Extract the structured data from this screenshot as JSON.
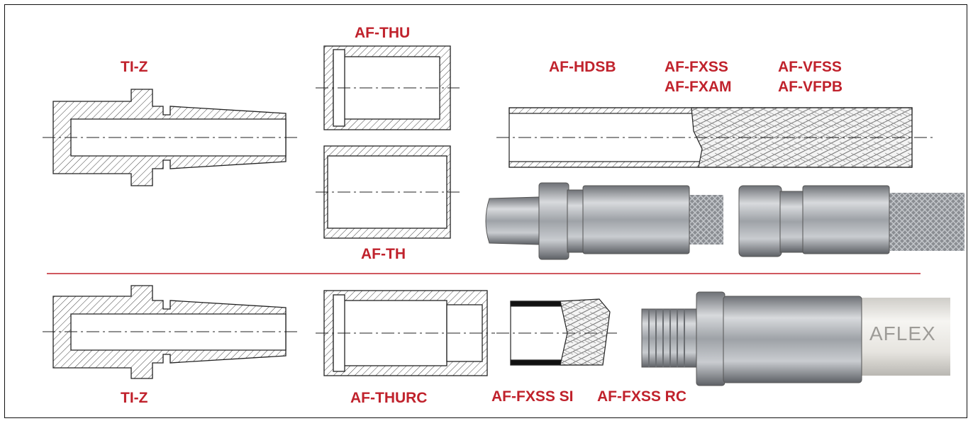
{
  "colors": {
    "label_red": "#c0222c",
    "line_black": "#222222",
    "divider_red": "#c0222c",
    "steel": "#a9adb2",
    "hose_white": "#e8e6e2"
  },
  "labels": {
    "tiz_top": "TI-Z",
    "afthu": "AF-THU",
    "afth": "AF-TH",
    "afhdsb": "AF-HDSB",
    "affxss": "AF-FXSS",
    "affxam": "AF-FXAM",
    "afvfss": "AF-VFSS",
    "afvfpb": "AF-VFPB",
    "tiz_bottom": "TI-Z",
    "afthurc": "AF-THURC",
    "affxss_si": "AF-FXSS SI",
    "affxss_rc": "AF-FXSS RC"
  },
  "photo_text": {
    "hose_brand": "AFLEX"
  },
  "icons": [
    "tiz-fitting-drawing",
    "ferrule-drawing",
    "hose-section-drawing",
    "steel-fitting-photo",
    "aflex-hose-photo"
  ]
}
